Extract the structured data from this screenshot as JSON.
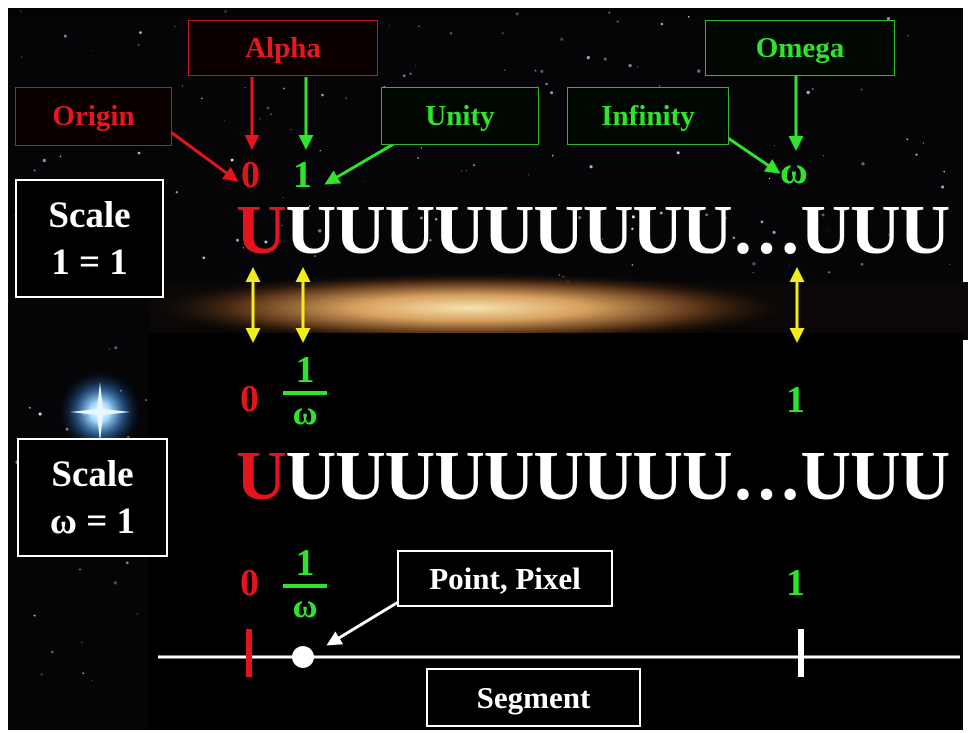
{
  "labels": {
    "alpha": "Alpha",
    "omega": "Omega",
    "origin": "Origin",
    "unity": "Unity",
    "infinity": "Infinity",
    "point_pixel": "Point, Pixel",
    "segment": "Segment"
  },
  "scale1": {
    "line1": "Scale",
    "line2": "1 = 1"
  },
  "scale2": {
    "line1": "Scale",
    "line2": "ω = 1"
  },
  "top_numbers": {
    "zero": "0",
    "one": "1",
    "omega": "ω"
  },
  "row1": {
    "first": "U",
    "rest": "UUUUUUUUU…UUU"
  },
  "row2": {
    "first": "U",
    "rest": "UUUUUUUUU…UUU"
  },
  "middle_numbers": {
    "zero": "0",
    "frac_num": "1",
    "frac_den": "ω",
    "one": "1"
  },
  "bottom_numbers": {
    "zero": "0",
    "frac_num": "1",
    "frac_den": "ω",
    "one": "1"
  },
  "colors": {
    "red": "#e3141c",
    "green": "#2fe52c",
    "yellow": "#f2ec17",
    "white": "#ffffff",
    "black": "#000000"
  }
}
